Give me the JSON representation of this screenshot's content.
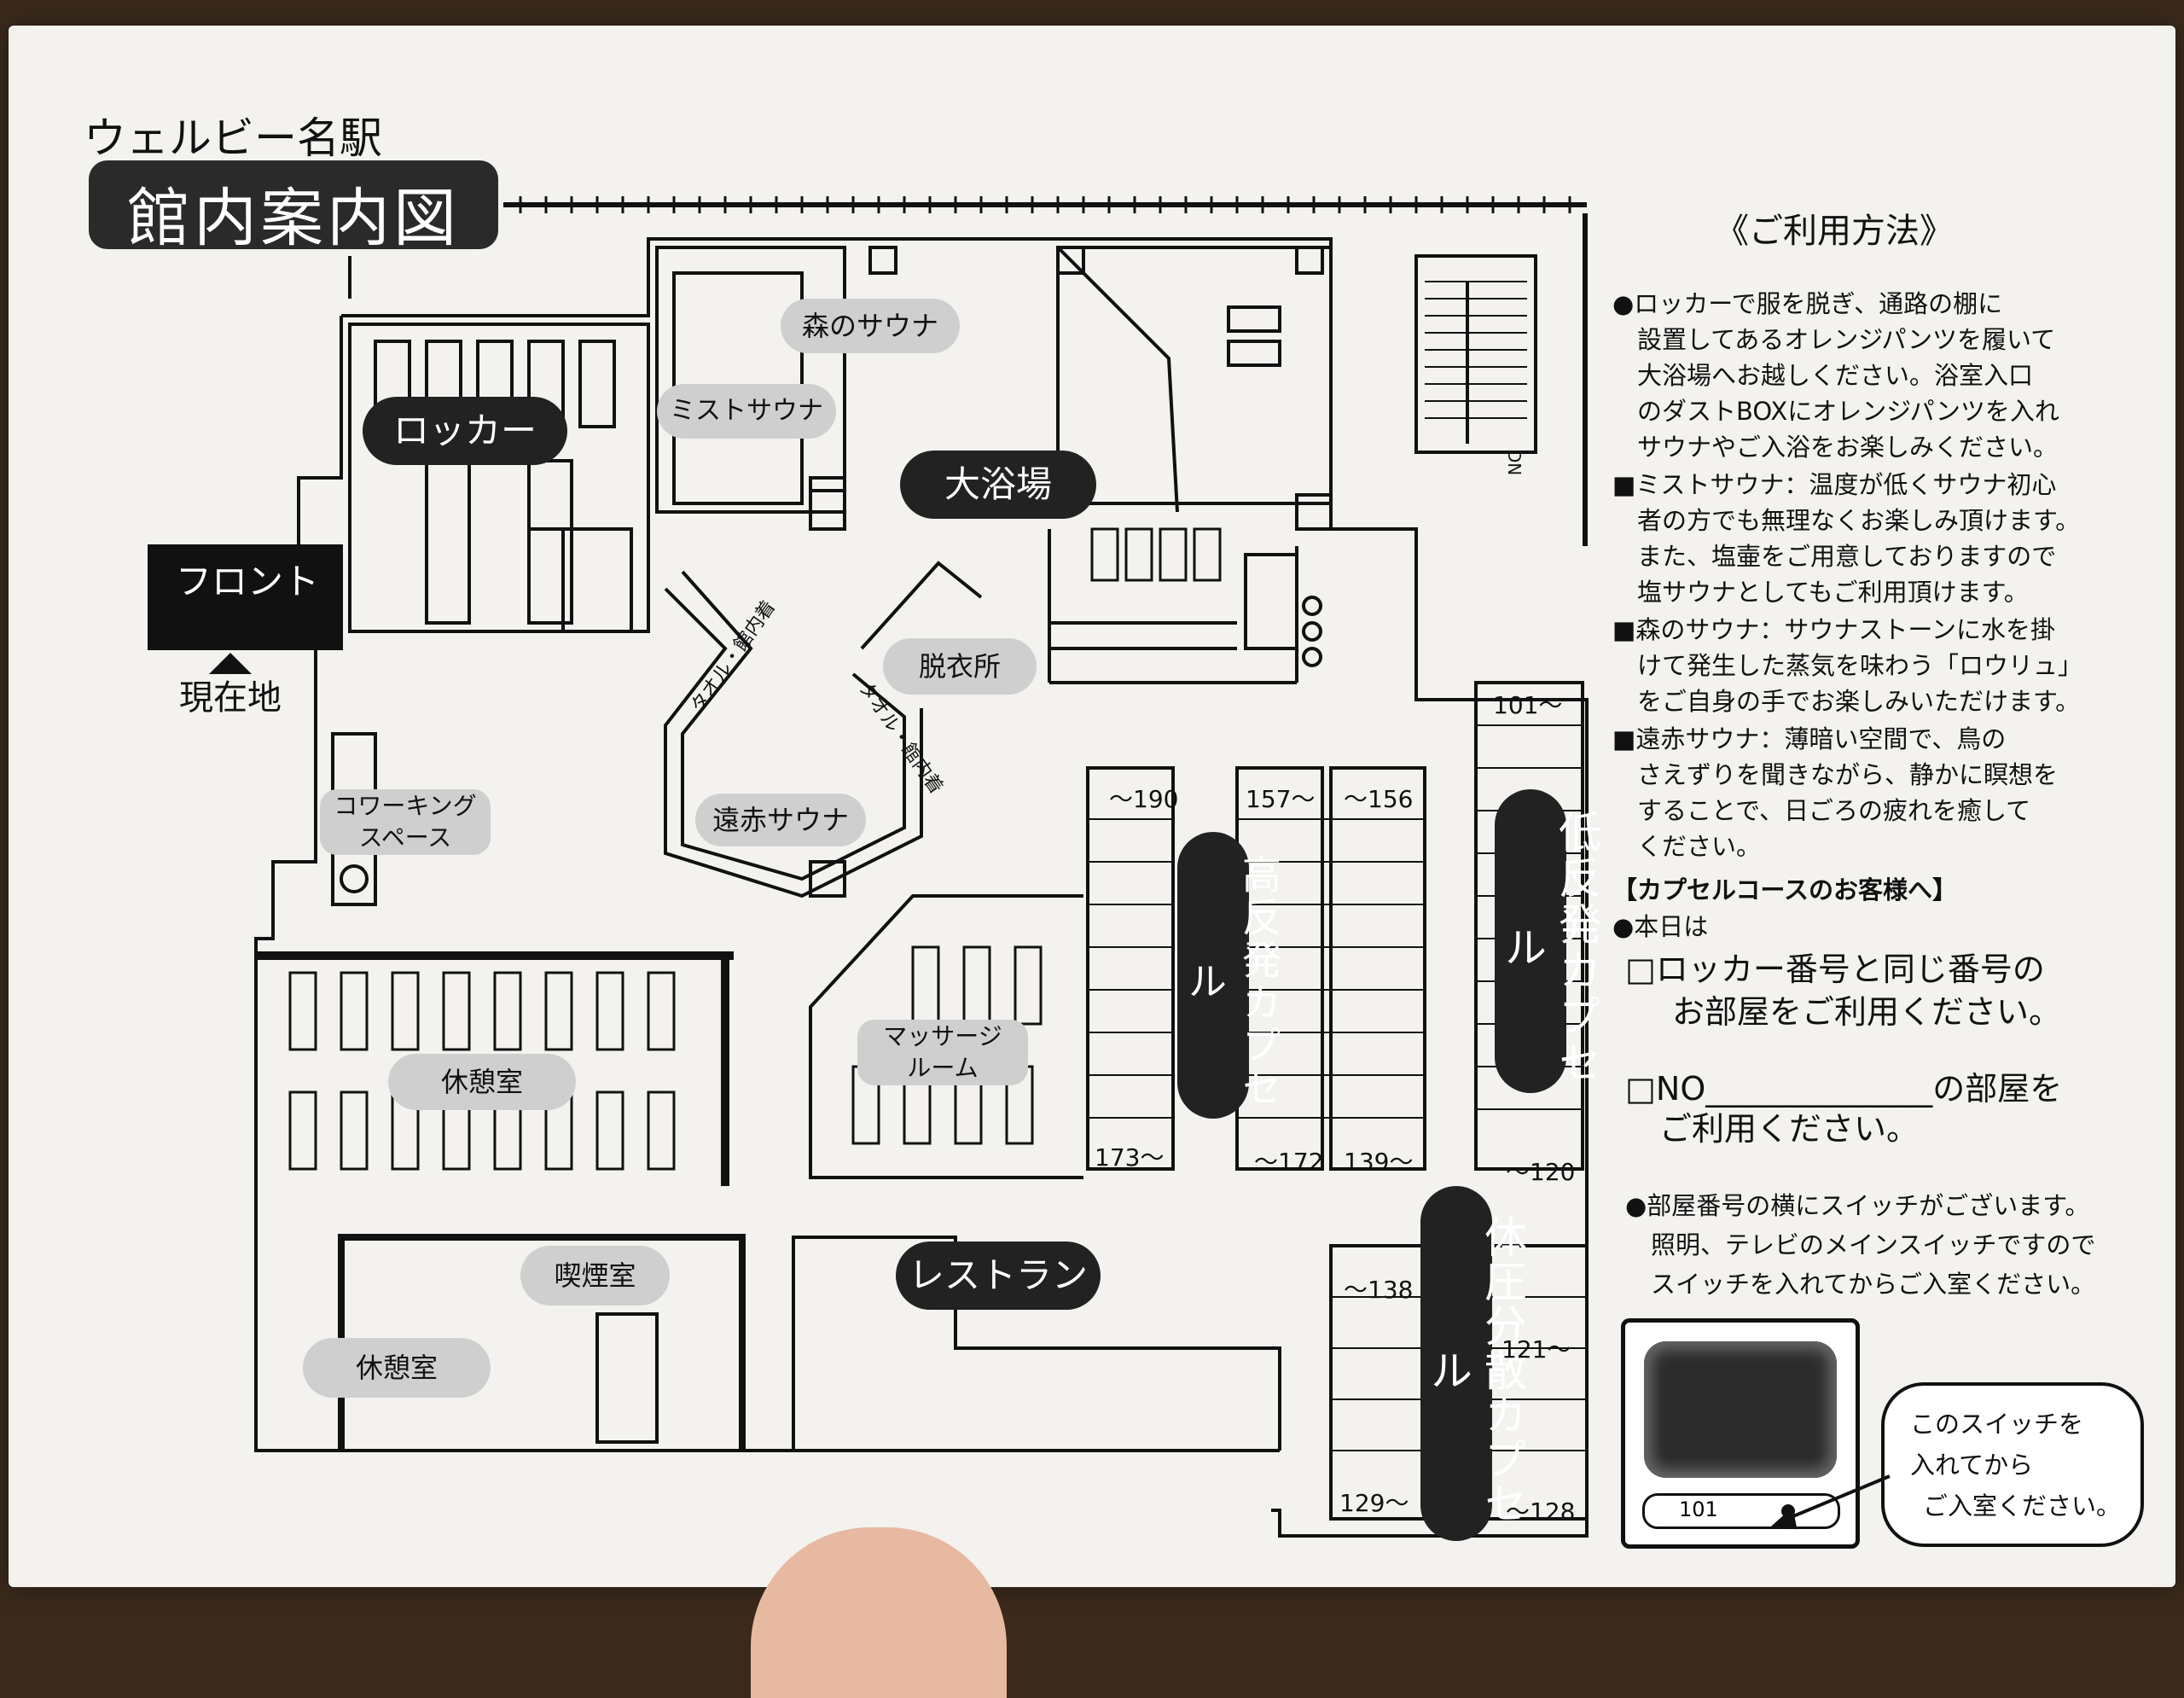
{
  "brand": "ウェルビー名駅",
  "title": "館内案内図",
  "rooms": {
    "locker": "ロッカー",
    "front": "フロント",
    "current_location": "現在地",
    "mori_sauna": "森のサウナ",
    "mist_sauna": "ミストサウナ",
    "daiyokujo": "大浴場",
    "towel_left": "タオル・館内着",
    "towel_right": "タオル・館内着",
    "datsuijo": "脱衣所",
    "enseki_sauna": "遠赤サウナ",
    "coworking_1": "コワーキング",
    "coworking_2": "スペース",
    "massage_1": "マッサージ",
    "massage_2": "ルーム",
    "kyukeishitsu_upper": "休憩室",
    "kitsuenshitsu": "喫煙室",
    "kyukeishitsu_lower": "休憩室",
    "restaurant": "レストラン",
    "stairs_dn": "DN"
  },
  "capsules": {
    "high": "高反発カプセル",
    "low": "低反発カプセル",
    "pressure": "体圧分散カプセル"
  },
  "room_numbers": {
    "r190": "～190",
    "r157": "157～",
    "r156": "～156",
    "r101": "101～",
    "r173": "173～",
    "r172": "～172",
    "r139": "139～",
    "r120": "～120",
    "r138": "～138",
    "r121": "121～",
    "r129": "129～",
    "r128": "～128"
  },
  "instructions": {
    "heading": "《ご利用方法》",
    "lines": [
      "●ロッカーで服を脱ぎ、通路の棚に",
      "　設置してあるオレンジパンツを履いて",
      "　大浴場へお越しください。浴室入口",
      "　のダストBOXにオレンジパンツを入れ",
      "　サウナやご入浴をお楽しみください。",
      "■ミストサウナ：温度が低くサウナ初心",
      "　者の方でも無理なくお楽しみ頂けます。",
      "　また、塩壷をご用意しておりますので",
      "　塩サウナとしてもご利用頂けます。",
      "■森のサウナ：サウナストーンに水を掛",
      "　けて発生した蒸気を味わう「ロウリュ」",
      "　をご自身の手でお楽しみいただけます。",
      "■遠赤サウナ：薄暗い空間で、鳥の",
      "　さえずりを聞きながら、静かに瞑想を",
      "　することで、日ごろの疲れを癒して",
      "　ください。",
      "【カプセルコースのお客様へ】",
      "●本日は"
    ],
    "option1_line1": "□ロッカー番号と同じ番号の",
    "option1_line2": "お部屋をご利用ください。",
    "option2_line1": "□NO______________の部屋を",
    "option2_line2": "ご利用ください。",
    "switch_lines": [
      "●部屋番号の横にスイッチがございます。",
      "照明、テレビのメインスイッチですので",
      "スイッチを入れてからご入室ください。"
    ]
  },
  "switch_panel": {
    "number": "101",
    "callout": [
      "このスイッチを",
      "入れてから",
      "ご入室ください。"
    ]
  }
}
